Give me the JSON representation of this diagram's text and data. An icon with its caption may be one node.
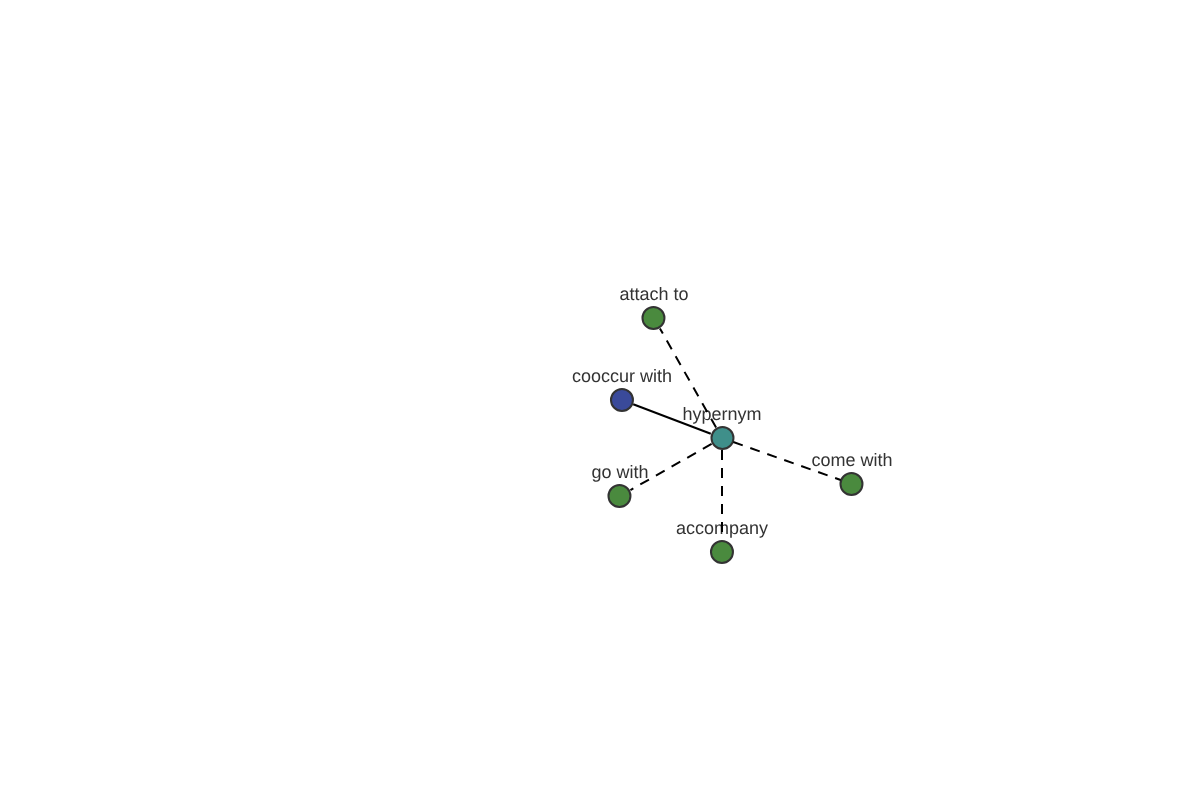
{
  "diagram": {
    "nodes": [
      {
        "text": [
          "attach to"
        ]
      },
      {
        "text": [
          "cooccur with"
        ]
      },
      {
        "text": [
          "hypernym"
        ]
      },
      {
        "text": [
          "go with"
        ]
      },
      {
        "text": [
          "come with"
        ]
      },
      {
        "text": [
          "accompany"
        ]
      }
    ],
    "edges": [
      {
        "from": 2,
        "to": 0,
        "arrow": "none",
        "style": "dashed"
      },
      {
        "from": 1,
        "to": 2,
        "arrow": "none"
      },
      {
        "from": 2,
        "to": 3,
        "arrow": "none",
        "style": "dashed"
      },
      {
        "from": 2,
        "to": 4,
        "arrow": "none",
        "style": "dashed"
      },
      {
        "from": 2,
        "to": 5,
        "arrow": "none",
        "style": "dashed"
      }
    ]
  }
}
